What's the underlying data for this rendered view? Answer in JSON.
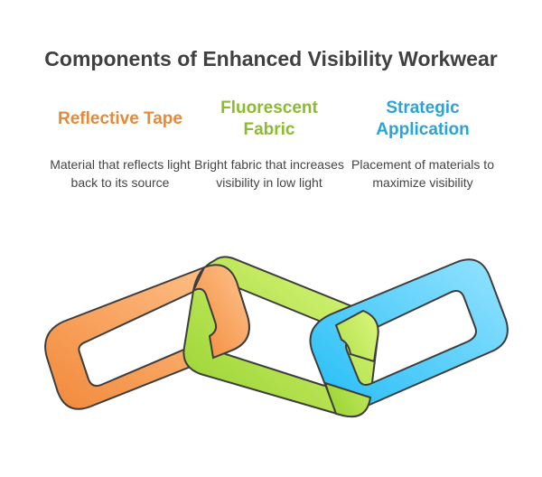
{
  "title": "Components of Enhanced Visibility Workwear",
  "components": [
    {
      "title": "Reflective Tape",
      "description": "Material that reflects light back to its source",
      "color": "#e8893a"
    },
    {
      "title": "Fluorescent Fabric",
      "description": "Bright fabric that increases visibility in low light",
      "color": "#8cbb2e"
    },
    {
      "title": "Strategic Application",
      "description": "Placement of materials to maximize visibility",
      "color": "#2aa3d8"
    }
  ],
  "link_colors": {
    "orange_light": "#ffc08a",
    "orange_dark": "#f28b3c",
    "green_light": "#d8f57a",
    "green_dark": "#9bd634",
    "blue_light": "#8fe0ff",
    "blue_dark": "#2cc0f5",
    "outline": "#3d3d3d"
  }
}
